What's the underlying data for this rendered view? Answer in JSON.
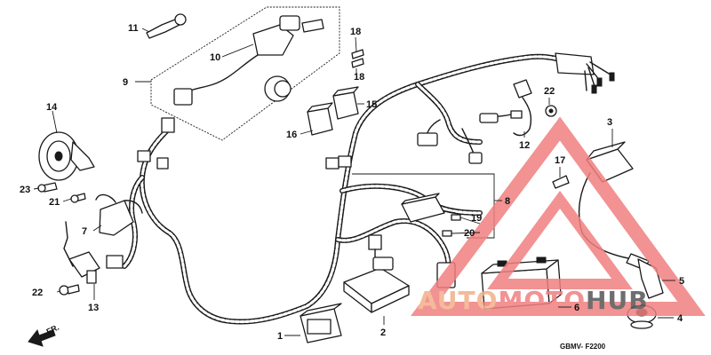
{
  "diagram": {
    "parts": [
      {
        "number": "1"
      },
      {
        "number": "2"
      },
      {
        "number": "3"
      },
      {
        "number": "4"
      },
      {
        "number": "5"
      },
      {
        "number": "6"
      },
      {
        "number": "7"
      },
      {
        "number": "8"
      },
      {
        "number": "9"
      },
      {
        "number": "10"
      },
      {
        "number": "11"
      },
      {
        "number": "12"
      },
      {
        "number": "13"
      },
      {
        "number": "14"
      },
      {
        "number": "15"
      },
      {
        "number": "16"
      },
      {
        "number": "17"
      },
      {
        "number": "18"
      },
      {
        "number": "19"
      },
      {
        "number": "20"
      },
      {
        "number": "21"
      },
      {
        "number": "22"
      },
      {
        "number": "23"
      }
    ],
    "secondary_labels": {
      "part_18_lower": "18",
      "part_22_lower": "22"
    },
    "direction_label": "FR.",
    "drawing_code": "GBMV- F2200"
  },
  "watermark": {
    "text_part1": "AUTO",
    "text_part2": "MOTO",
    "text_part3": "HUB",
    "accent_color": "#f08080",
    "text_color": "#f2b089",
    "dark_color": "#555555"
  }
}
